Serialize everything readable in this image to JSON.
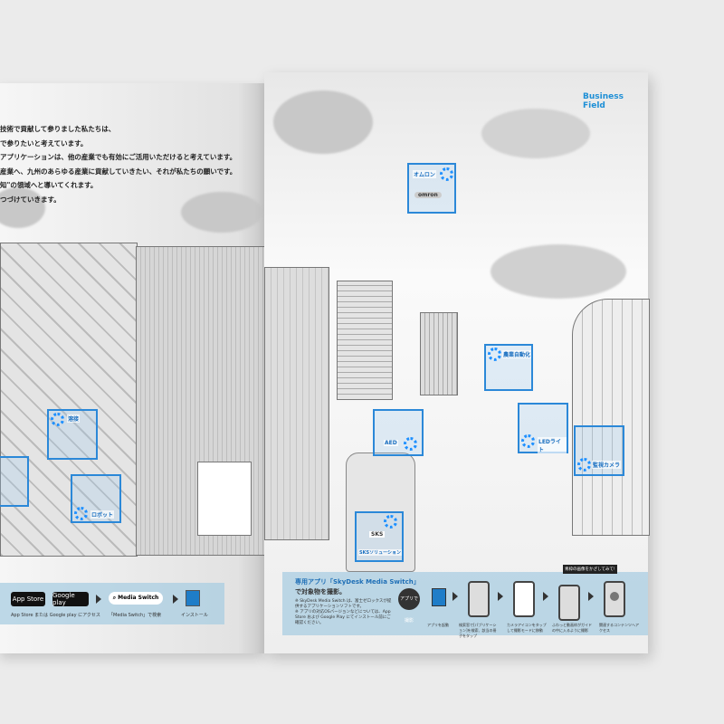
{
  "left_page": {
    "intro_lines": [
      "技術で貢献して参りました私たちは、",
      "で参りたいと考えています。",
      "アプリケーションは、他の産業でも有効にご活用いただけると考えています。",
      "産業へ、九州のあらゆる産業に貢献していきたい、それが私たちの願いです。",
      "知\"の領域へと導いてくれます。",
      "つづけていきます。"
    ],
    "callouts": [
      "溶接",
      "ロボット"
    ],
    "app_bar": {
      "app_store": "App Store",
      "google_play": "Google play",
      "search_value": "Media Switch",
      "captions": [
        "App Store または Google play にアクセス",
        "「Media Switch」で検索",
        "インストール"
      ]
    }
  },
  "right_page": {
    "section_label": "Business Field",
    "callouts": {
      "omron": "オムロン",
      "omron_logo": "omron",
      "agri": "農業自動化",
      "aed": "AED",
      "led": "LEDライト",
      "camera": "監視カメラ",
      "sks": "SKSソリューション",
      "plate": "SKS"
    },
    "app_panel": {
      "title": "専用アプリ「SkyDesk Media Switch」",
      "subtitle": "で対象物を撮影。",
      "notes": [
        "※ SkyDesk Media Switch は、富士ゼロックスが提供するアプリケーションソフトです。",
        "※ アプリの対応OSバージョンなどについては、App Store および Google Play にてインストール前にご確認ください。"
      ],
      "badge": "アプリで撮影",
      "bubble": "青枠の画像をかざしてみて!",
      "steps": [
        "アプリを起動",
        "検索窓で[パブリケーション]を検索、該当の冊子をタップ",
        "カメラアイコンをタップして撮影モードに移動",
        "ふわっと動画枠がガイドの中に入るように撮影",
        "関連するコンテンツへアクセス"
      ]
    }
  },
  "colors": {
    "accent": "#2b88d8",
    "band": "#b9d6e6"
  }
}
